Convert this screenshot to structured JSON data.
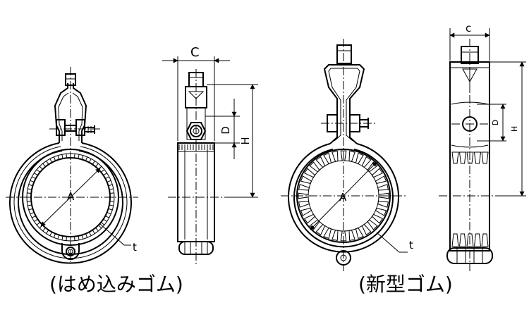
{
  "captions": {
    "left": "(はめ込みゴム)",
    "right": "(新型ゴム)"
  },
  "labels": {
    "A": "A",
    "t": "t",
    "C_upper": "C",
    "C_lower": "c",
    "D": "D",
    "H": "H"
  }
}
